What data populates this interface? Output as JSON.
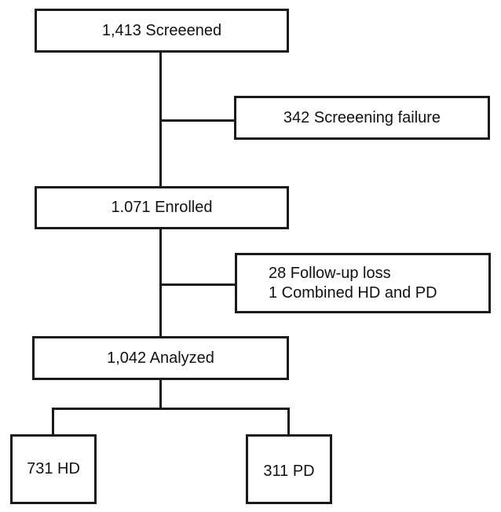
{
  "flowchart": {
    "screened": "1,413  Screeened",
    "screening_failure": "342  Screeening failure",
    "enrolled": "1.071 Enrolled",
    "exclusions": [
      "28 Follow-up loss",
      "1 Combined HD and PD"
    ],
    "analyzed": "1,042 Analyzed",
    "hd_group": "731 HD",
    "pd_group": "311 PD"
  }
}
